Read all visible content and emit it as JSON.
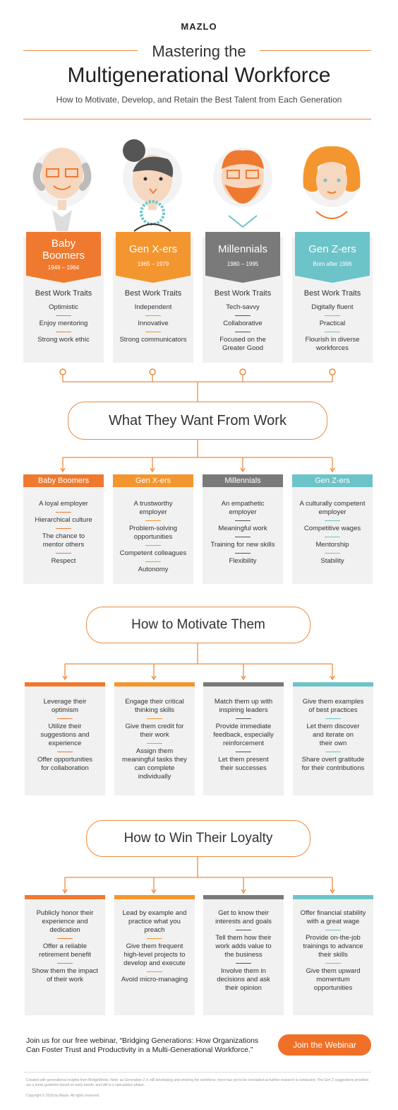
{
  "logo": "MAZLO",
  "header": {
    "title_line1": "Mastering the",
    "title_line2": "Multigenerational Workforce",
    "subtitle": "How to Motivate, Develop, and Retain the Best Talent from Each Generation"
  },
  "colors": {
    "boomers": "#ef7a2f",
    "genx": "#f4962f",
    "millennials": "#7a7a7a",
    "genz": "#6cc4c8",
    "accent": "#f08a3c"
  },
  "generations": [
    {
      "name": "Baby Boomers",
      "years": "1946 – 1964",
      "traits_title": "Best Work Traits",
      "traits": [
        "Optimistic",
        "Enjoy mentoring",
        "Strong work ethic"
      ]
    },
    {
      "name": "Gen X-ers",
      "years": "1965 – 1979",
      "traits_title": "Best Work Traits",
      "traits": [
        "Independent",
        "Innovative",
        "Strong communicators"
      ]
    },
    {
      "name": "Millennials",
      "years": "1980 – 1995",
      "traits_title": "Best Work Traits",
      "traits": [
        "Tech-savvy",
        "Collaborative",
        "Focused on the Greater Good"
      ]
    },
    {
      "name": "Gen Z-ers",
      "years": "Born after 1996",
      "traits_title": "Best Work Traits",
      "traits": [
        "Digitally fluent",
        "Practical",
        "Flourish in diverse workforces"
      ]
    }
  ],
  "want": {
    "title": "What They Want From Work",
    "columns": [
      {
        "label": "Baby Boomers",
        "items": [
          "A loyal employer",
          "Hierarchical culture",
          "The chance to mentor others",
          "Respect"
        ]
      },
      {
        "label": "Gen X-ers",
        "items": [
          "A trustworthy employer",
          "Problem-solving opportunities",
          "Competent colleagues",
          "Autonomy"
        ]
      },
      {
        "label": "Millennials",
        "items": [
          "An empathetic employer",
          "Meaningful work",
          "Training for new skills",
          "Flexibility"
        ]
      },
      {
        "label": "Gen Z-ers",
        "items": [
          "A culturally competent employer",
          "Competitive wages",
          "Mentorship",
          "Stability"
        ]
      }
    ]
  },
  "motivate": {
    "title": "How to Motivate Them",
    "columns": [
      {
        "items": [
          "Leverage their optimism",
          "Utilize their suggestions and experience",
          "Offer opportunities for collaboration"
        ]
      },
      {
        "items": [
          "Engage their critical thinking skills",
          "Give them credit for their work",
          "Assign them meaningful tasks they can complete individually"
        ]
      },
      {
        "items": [
          "Match them up with inspiring leaders",
          "Provide immediate feedback, especially reinforcement",
          "Let them present their successes"
        ]
      },
      {
        "items": [
          "Give them examples of best practices",
          "Let them discover and iterate on their own",
          "Share overt gratitude for their contributions"
        ]
      }
    ]
  },
  "loyalty": {
    "title": "How to Win Their Loyalty",
    "columns": [
      {
        "items": [
          "Publicly honor their experience and dedication",
          "Offer a reliable retirement benefit",
          "Show them the impact of their work"
        ]
      },
      {
        "items": [
          "Lead by example and practice what you preach",
          "Give them frequent high-level projects to develop and execute",
          "Avoid micro-managing"
        ]
      },
      {
        "items": [
          "Get to know their interests and goals",
          "Tell them how their work adds value to the business",
          "Involve them in decisions and ask their opinion"
        ]
      },
      {
        "items": [
          "Offer financial stability with a great wage",
          "Provide on-the-job trainings to advance their skills",
          "Give them upward momentum opportunities"
        ]
      }
    ]
  },
  "footer": {
    "cta_text": "Join us for our free webinar, “Bridging Generations: How Organizations Can Foster Trust and Productivity in a Multi-Generational Workforce.”",
    "button_label": "Join the Webinar",
    "fine_print": "Created with generational insights from BridgeWorks. Note: as Generation Z is still developing and entering the workforce, more has yet to be concluded as further research is conducted. The Gen Z suggestions provided are a loose guideline based on early trends, and still in a speculation phase.",
    "copyright": "Copyright © 2018 by Mazlo. All rights reserved."
  }
}
